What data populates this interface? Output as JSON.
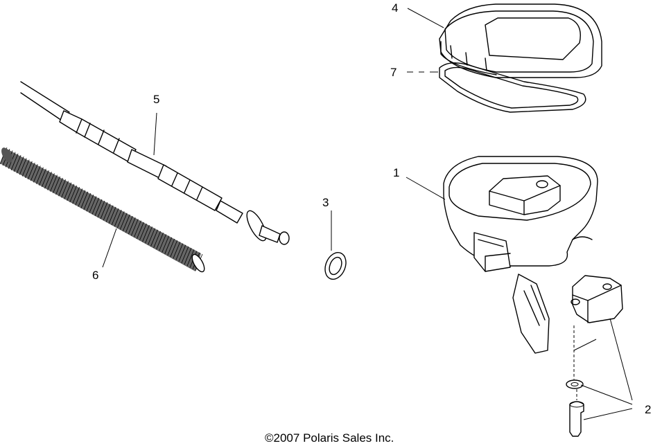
{
  "callouts": {
    "c1": "1",
    "c2": "2",
    "c3": "3",
    "c4": "4",
    "c5": "5",
    "c6": "6",
    "c7": "7"
  },
  "copyright": "©2007 Polaris Sales Inc."
}
